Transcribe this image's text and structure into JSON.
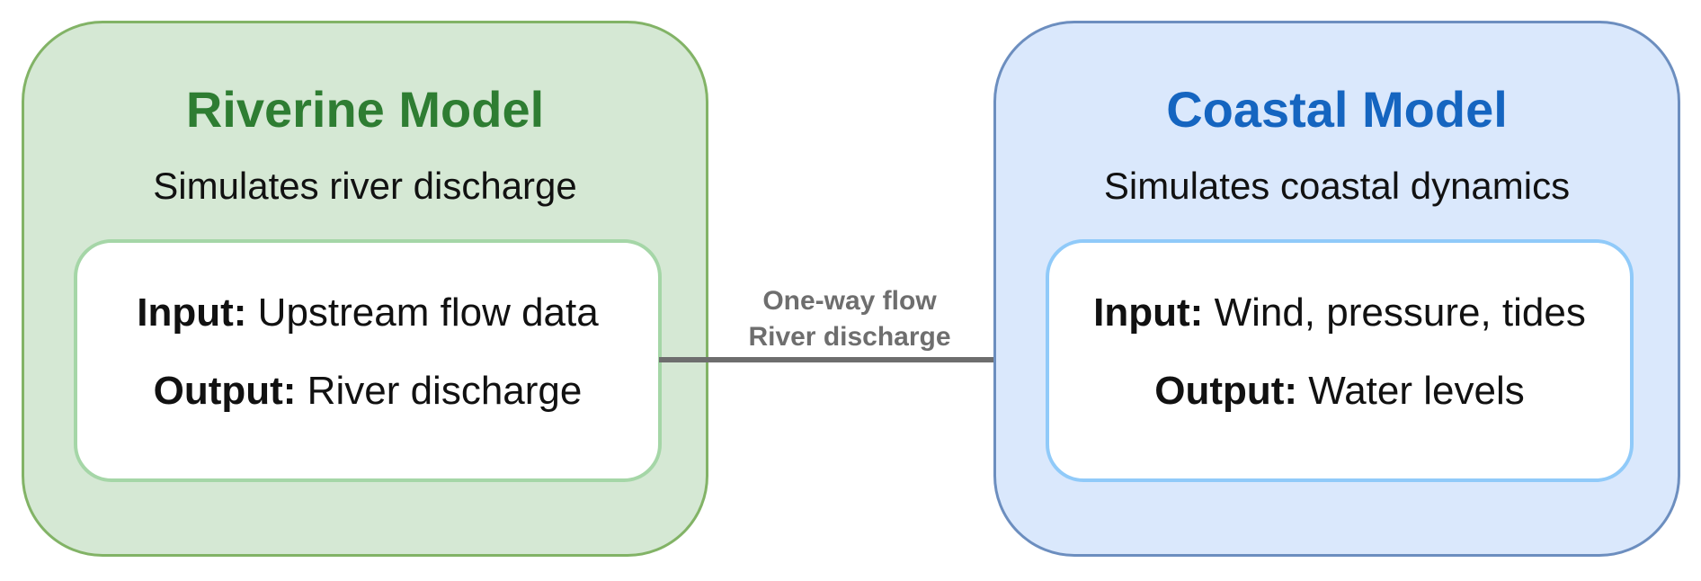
{
  "riverine": {
    "title": "Riverine Model",
    "subtitle": "Simulates river discharge",
    "input_label": "Input:",
    "input_value": "Upstream flow data",
    "output_label": "Output:",
    "output_value": "River discharge",
    "colors": {
      "fill": "#d5e8d4",
      "border": "#82b366",
      "title": "#2e7d32",
      "inner_border": "#a5d6a7"
    }
  },
  "coastal": {
    "title": "Coastal Model",
    "subtitle": "Simulates coastal dynamics",
    "input_label": "Input:",
    "input_value": "Wind, pressure, tides",
    "output_label": "Output:",
    "output_value": "Water levels",
    "colors": {
      "fill": "#dae8fc",
      "border": "#6c8ebf",
      "title": "#1565c0",
      "inner_border": "#90caf9"
    }
  },
  "connector": {
    "label_line1": "One-way flow",
    "label_line2": "River discharge",
    "color": "#6e6e6e",
    "direction": "riverine-to-coastal"
  }
}
